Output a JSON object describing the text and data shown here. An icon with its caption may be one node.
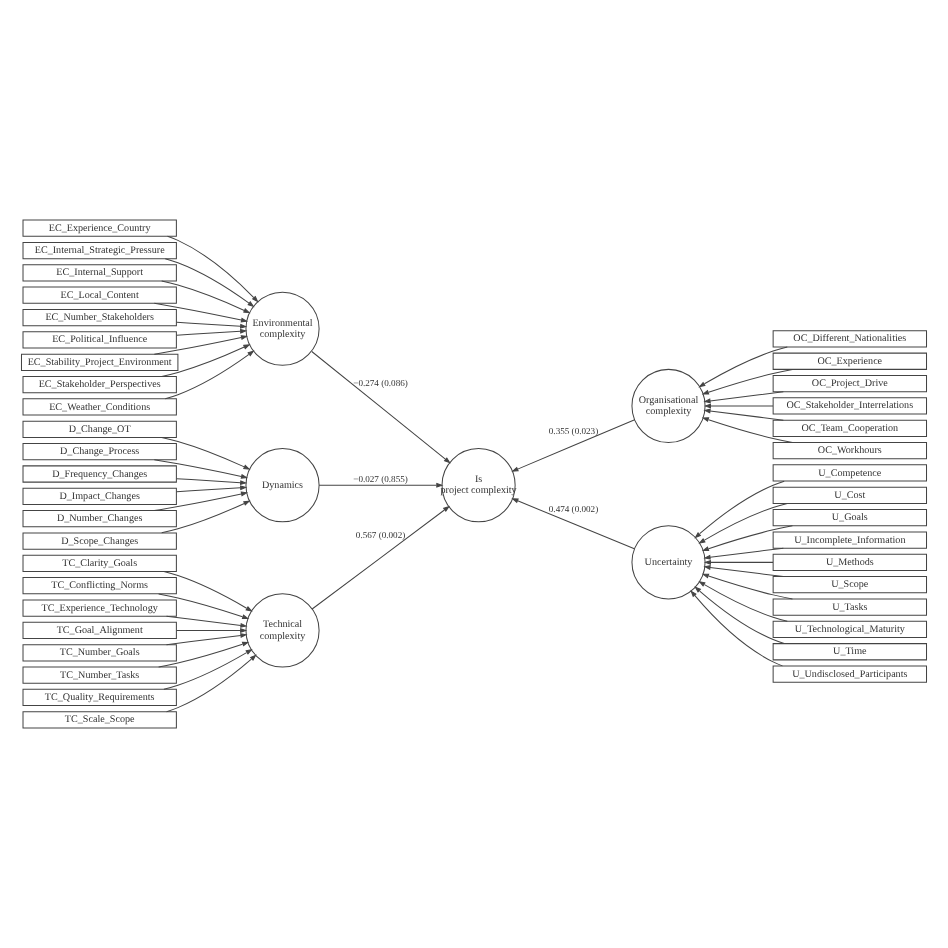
{
  "diagram": {
    "nodes": [
      {
        "text": [
          "Technical complexity"
        ]
      },
      {
        "text": [
          "TC_Clarity_Goals"
        ]
      },
      {
        "text": [
          "TC_Conflicting_Norms"
        ]
      },
      {
        "text": [
          "TC_Experience_Technology"
        ]
      },
      {
        "text": [
          "TC_Goal_Alignment"
        ]
      },
      {
        "text": [
          "TC_Number_Goals"
        ]
      },
      {
        "text": [
          "TC_Number_Tasks"
        ]
      },
      {
        "text": [
          "TC_Quality_Requirements"
        ]
      },
      {
        "text": [
          "TC_Scale_Scope"
        ]
      },
      {
        "text": [
          "Organisational complexity"
        ]
      },
      {
        "text": [
          "OC_Different_Nationalities"
        ]
      },
      {
        "text": [
          "OC_Experience"
        ]
      },
      {
        "text": [
          "OC_Project_Drive"
        ]
      },
      {
        "text": [
          "OC_Stakeholder_Interrelations"
        ]
      },
      {
        "text": [
          "OC_Team_Cooperation"
        ]
      },
      {
        "text": [
          "OC_Workhours"
        ]
      },
      {
        "text": [
          "Is project complexity"
        ]
      },
      {
        "text": [
          "Environmental complexity"
        ]
      },
      {
        "text": [
          "EC_Experience_Country"
        ]
      },
      {
        "text": [
          "EC_Internal_Strategic_Pressure"
        ]
      },
      {
        "text": [
          "EC_Internal_Support"
        ]
      },
      {
        "text": [
          "EC_Local_Content"
        ]
      },
      {
        "text": [
          "EC_Number_Stakeholders"
        ]
      },
      {
        "text": [
          "EC_Political_Influence"
        ]
      },
      {
        "text": [
          "EC_Stability_Project_Environment"
        ]
      },
      {
        "text": [
          "EC_Stakeholder_Perspectives"
        ]
      },
      {
        "text": [
          "EC_Weather_Conditions"
        ]
      },
      {
        "text": [
          "Uncertainty"
        ]
      },
      {
        "text": [
          "U_Competence"
        ]
      },
      {
        "text": [
          "U_Cost"
        ]
      },
      {
        "text": [
          "U_Goals"
        ]
      },
      {
        "text": [
          "U_Incomplete_Information"
        ]
      },
      {
        "text": [
          "U_Methods"
        ]
      },
      {
        "text": [
          "U_Scope"
        ]
      },
      {
        "text": [
          "U_Tasks"
        ]
      },
      {
        "text": [
          "U_Technological_Maturity"
        ]
      },
      {
        "text": [
          "U_Time"
        ]
      },
      {
        "text": [
          "U_Undisclosed_Participants"
        ]
      },
      {
        "text": [
          "Dynamics"
        ]
      },
      {
        "text": [
          "D_Change_OT"
        ]
      },
      {
        "text": [
          "D_Change_Process"
        ]
      },
      {
        "text": [
          "D_Frequency_Changes"
        ]
      },
      {
        "text": [
          "D_Impact_Changes"
        ]
      },
      {
        "text": [
          "D_Number_Changes"
        ]
      },
      {
        "text": [
          "D_Scope_Changes"
        ]
      }
    ],
    "edges": [
      {
        "from": 1,
        "to": 0,
        "arrow": "to"
      },
      {
        "from": 2,
        "to": 0,
        "arrow": "to"
      },
      {
        "from": 3,
        "to": 0,
        "arrow": "to"
      },
      {
        "from": 4,
        "to": 0,
        "arrow": "to"
      },
      {
        "from": 5,
        "to": 0,
        "arrow": "to"
      },
      {
        "from": 6,
        "to": 0,
        "arrow": "to"
      },
      {
        "from": 7,
        "to": 0,
        "arrow": "to"
      },
      {
        "from": 8,
        "to": 0,
        "arrow": "to"
      },
      {
        "from": 10,
        "to": 9,
        "arrow": "to"
      },
      {
        "from": 11,
        "to": 9,
        "arrow": "to"
      },
      {
        "from": 12,
        "to": 9,
        "arrow": "to"
      },
      {
        "from": 13,
        "to": 9,
        "arrow": "to"
      },
      {
        "from": 14,
        "to": 9,
        "arrow": "to"
      },
      {
        "from": 15,
        "to": 9,
        "arrow": "to"
      },
      {
        "from": 0,
        "to": 16,
        "arrow": "to",
        "label": "0.567 (0.002)"
      },
      {
        "from": 9,
        "to": 16,
        "arrow": "to",
        "label": "0.355 (0.023)"
      },
      {
        "from": 17,
        "to": 16,
        "arrow": "to",
        "label": "−0.274 (0.086)"
      },
      {
        "from": 27,
        "to": 16,
        "arrow": "to",
        "label": "0.474 (0.002)"
      },
      {
        "from": 38,
        "to": 16,
        "arrow": "to",
        "label": "−0.027 (0.855)"
      },
      {
        "from": 18,
        "to": 17,
        "arrow": "to"
      },
      {
        "from": 19,
        "to": 17,
        "arrow": "to"
      },
      {
        "from": 20,
        "to": 17,
        "arrow": "to"
      },
      {
        "from": 21,
        "to": 17,
        "arrow": "to"
      },
      {
        "from": 22,
        "to": 17,
        "arrow": "to"
      },
      {
        "from": 23,
        "to": 17,
        "arrow": "to"
      },
      {
        "from": 24,
        "to": 17,
        "arrow": "to"
      },
      {
        "from": 25,
        "to": 17,
        "arrow": "to"
      },
      {
        "from": 26,
        "to": 17,
        "arrow": "to"
      },
      {
        "from": 28,
        "to": 27,
        "arrow": "to"
      },
      {
        "from": 29,
        "to": 27,
        "arrow": "to"
      },
      {
        "from": 30,
        "to": 27,
        "arrow": "to"
      },
      {
        "from": 31,
        "to": 27,
        "arrow": "to"
      },
      {
        "from": 32,
        "to": 27,
        "arrow": "to"
      },
      {
        "from": 33,
        "to": 27,
        "arrow": "to"
      },
      {
        "from": 34,
        "to": 27,
        "arrow": "to"
      },
      {
        "from": 35,
        "to": 27,
        "arrow": "to"
      },
      {
        "from": 36,
        "to": 27,
        "arrow": "to"
      },
      {
        "from": 37,
        "to": 27,
        "arrow": "to"
      },
      {
        "from": 39,
        "to": 38,
        "arrow": "to"
      },
      {
        "from": 40,
        "to": 38,
        "arrow": "to"
      },
      {
        "from": 41,
        "to": 38,
        "arrow": "to"
      },
      {
        "from": 42,
        "to": 38,
        "arrow": "to"
      },
      {
        "from": 43,
        "to": 38,
        "arrow": "to"
      },
      {
        "from": 44,
        "to": 38,
        "arrow": "to"
      }
    ]
  }
}
